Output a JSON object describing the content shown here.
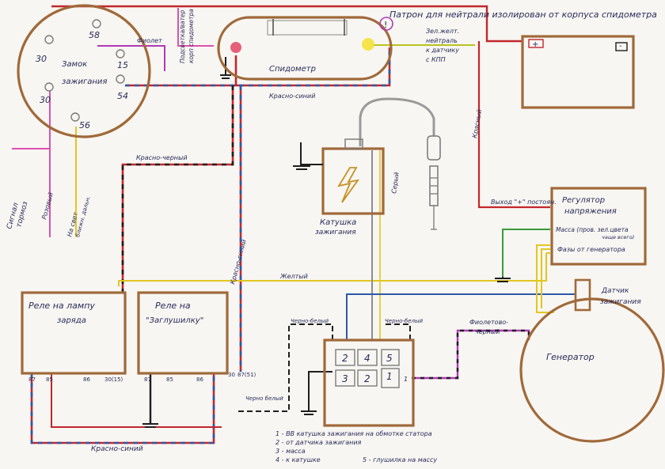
{
  "colors": {
    "component_outline": "#a0693a",
    "wire_red": "#c1272d",
    "wire_blue": "#2e58a8",
    "wire_black": "#1e1e1e",
    "wire_yellow": "#e3c620",
    "wire_green": "#3a9a3a",
    "wire_violet": "#b03ab8",
    "wire_pink": "#e04fb0",
    "wire_grey": "#8d8d8d",
    "lamp_red": "#e23b5a",
    "lamp_yellow": "#f4e23a",
    "paper": "#f7f6f2"
  },
  "components": {
    "ignition_switch": {
      "label_line1": "Замок",
      "label_line2": "зажигания",
      "terminals": [
        "30",
        "58",
        "15",
        "30",
        "54",
        "56"
      ]
    },
    "speedometer": {
      "label": "Спидометр"
    },
    "battery": {
      "plus": "+",
      "minus": "-"
    },
    "ignition_coil": {
      "label_line1": "Катушка",
      "label_line2": "зажигания"
    },
    "regulator": {
      "label_line1": "Регулятор",
      "label_line2": "напряжения",
      "pin_ground_line1": "Масса (пров. зел.цвета",
      "pin_ground_line2": "чаще всего)",
      "pin_phases": "Фазы от генератора",
      "pin_output": "Выход \"+\" постоян."
    },
    "relay_charge": {
      "label_line1": "Реле на лампу",
      "label_line2": "заряда",
      "pins": [
        "87",
        "85",
        "86",
        "30(15)"
      ]
    },
    "relay_plug": {
      "label_line1": "Реле на",
      "label_line2": "\"Заглушилку\"",
      "pins": [
        "87",
        "85",
        "86",
        "30",
        "87(51)"
      ]
    },
    "switch_block": {
      "pins": [
        "2",
        "4",
        "5",
        "3",
        "2",
        "1",
        "1"
      ]
    },
    "generator": {
      "label": "Генератор",
      "sensor_line1": "Датчик",
      "sensor_line2": "зажигания"
    },
    "lamp_icons": [
      "lamp-charge-icon",
      "lamp-neutral-icon",
      "lamp-info-icon"
    ]
  },
  "labels": {
    "top_note": "Патрон для нейтрали изолирован от корпуса спидометра",
    "violet": "Фиолет",
    "pink_wire_line1": "Подсветка/ватер",
    "pink_wire_line2": "корп спидометра",
    "neutral_line1": "Зел.желт.",
    "neutral_line2": "нейтраль",
    "neutral_line3": "к датчику",
    "neutral_line4": "с КПП",
    "red_blue_top": "Красно-синий",
    "red_blue_vertical": "Красно-синий",
    "red_black": "Красно-черный",
    "signal_line1": "Сигнал",
    "signal_line2": "тормоз",
    "pink": "Розовый",
    "high_beam_line1": "На свет",
    "high_beam_line2": "ближн. дальн.",
    "red_right": "Красный",
    "grey": "Серый",
    "yellow": "Желтый",
    "black_white_1": "Черно-белый",
    "black_white_2": "Черно-белый",
    "black_white_3": "Черно белый",
    "violet_black_line1": "Фиолетово-",
    "violet_black_line2": "черный",
    "red_blue_bottom": "Красно-синий"
  },
  "legend": [
    "1 - ВВ катушка зажигания на обмотке статора",
    "2 - от датчика зажигания",
    "3 - масса",
    "4 - к катушке",
    "5 - глушилка на массу"
  ]
}
